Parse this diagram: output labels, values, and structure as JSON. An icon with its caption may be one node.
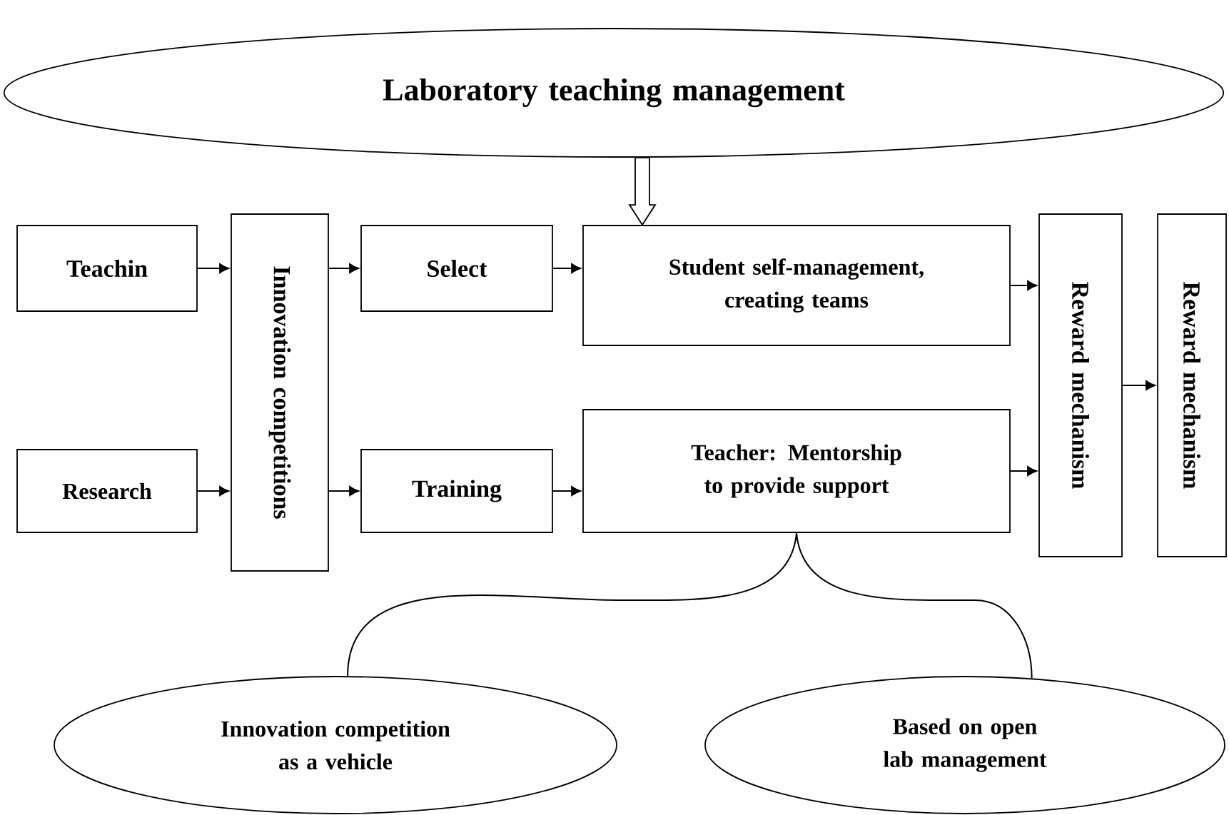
{
  "diagram": {
    "nodes": [
      {
        "text": [
          "Laboratory teaching management"
        ]
      },
      {
        "text": [
          "Teachin"
        ]
      },
      {
        "text": [
          "Research"
        ]
      },
      {
        "text": [
          "Innovation competitions"
        ]
      },
      {
        "text": [
          "Select"
        ]
      },
      {
        "text": [
          "Training"
        ]
      },
      {
        "text": [
          "Student self-management, creating teams"
        ]
      },
      {
        "text": [
          "Teacher: Mentorship to provide support"
        ]
      },
      {
        "text": [
          "Reward mechanism"
        ]
      },
      {
        "text": [
          "Reward mechanism"
        ]
      },
      {
        "text": [
          "Innovation competition as a vehicle"
        ]
      },
      {
        "text": [
          "Based on open lab management"
        ]
      }
    ],
    "edges": [
      {
        "from": 0,
        "to": 6,
        "arrow": "to"
      },
      {
        "from": 1,
        "to": 3,
        "arrow": "to"
      },
      {
        "from": 2,
        "to": 3,
        "arrow": "to"
      },
      {
        "from": 3,
        "to": 4,
        "arrow": "to"
      },
      {
        "from": 3,
        "to": 5,
        "arrow": "to"
      },
      {
        "from": 4,
        "to": 6,
        "arrow": "to"
      },
      {
        "from": 5,
        "to": 7,
        "arrow": "to"
      },
      {
        "from": 6,
        "to": 8,
        "arrow": "to"
      },
      {
        "from": 7,
        "to": 8,
        "arrow": "to"
      },
      {
        "from": 8,
        "to": 9,
        "arrow": "to"
      },
      {
        "from": 7,
        "to": 10,
        "arrow": "none"
      },
      {
        "from": 7,
        "to": 11,
        "arrow": "none"
      }
    ]
  }
}
